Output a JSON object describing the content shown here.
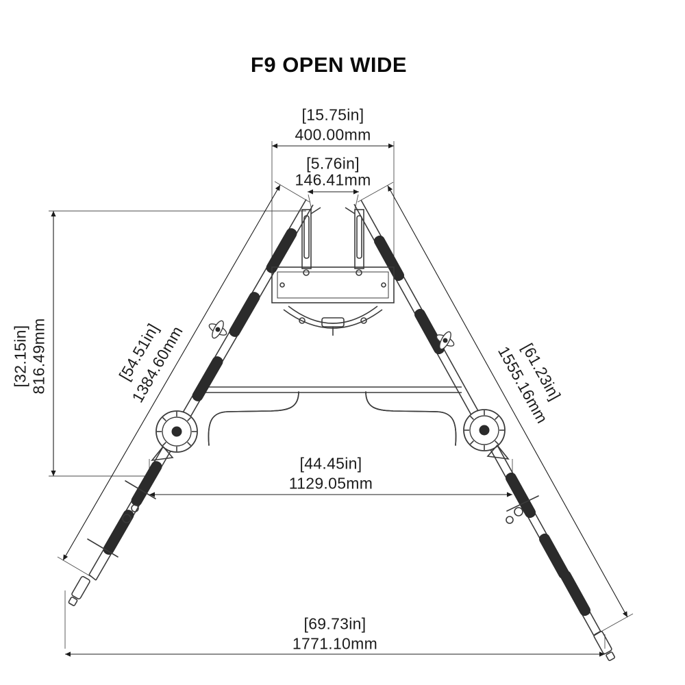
{
  "title": "F9 OPEN WIDE",
  "dims": {
    "top": {
      "in": "[15.75in]",
      "mm": "400.00mm"
    },
    "hook": {
      "in": "[5.76in]",
      "mm": "146.41mm"
    },
    "height": {
      "in": "[32.15in]",
      "mm": "816.49mm"
    },
    "left_arm": {
      "in": "[54.51in]",
      "mm": "1384.60mm"
    },
    "right_arm": {
      "in": "[61.23in]",
      "mm": "1555.16mm"
    },
    "mid": {
      "in": "[44.45in]",
      "mm": "1129.05mm"
    },
    "bottom": {
      "in": "[69.73in]",
      "mm": "1771.10mm"
    }
  },
  "colors": {
    "line": "#3a3a3a",
    "dark": "#2b2b2b",
    "text": "#1c1c1c",
    "background": "#ffffff"
  }
}
